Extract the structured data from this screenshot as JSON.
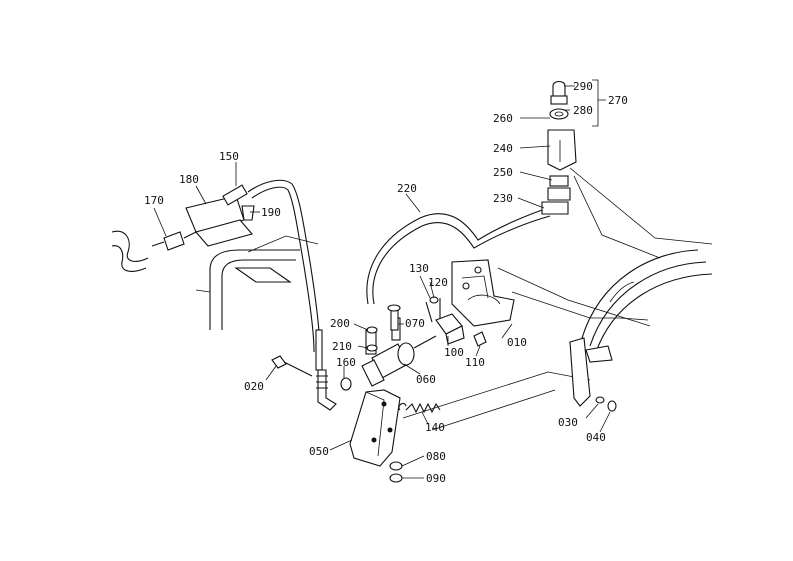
{
  "diagram": {
    "callouts": [
      "290",
      "280",
      "270",
      "260",
      "240",
      "250",
      "230",
      "220",
      "150",
      "180",
      "190",
      "170",
      "130",
      "120",
      "200",
      "070",
      "010",
      "100",
      "210",
      "110",
      "160",
      "060",
      "020",
      "140",
      "050",
      "030",
      "040",
      "080",
      "090"
    ]
  }
}
